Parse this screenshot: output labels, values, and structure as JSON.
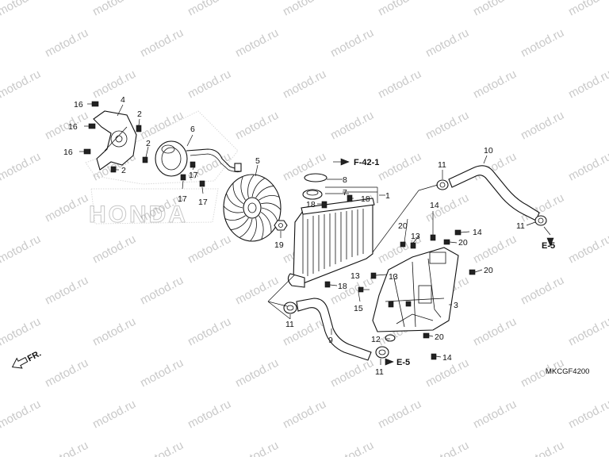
{
  "watermark": "motod.ru",
  "logo_text": "HONDA",
  "diagram_code": "MKCGF4200",
  "direction_marker": "FR.",
  "refs": {
    "f42": "F-42-1",
    "e5_top": "E-5",
    "e5_bottom": "E-5"
  },
  "callouts": {
    "c1": "1",
    "c2a": "2",
    "c2b": "2",
    "c2c": "2",
    "c3": "3",
    "c4": "4",
    "c5": "5",
    "c6": "6",
    "c7": "7",
    "c8": "8",
    "c9": "9",
    "c10": "10",
    "c11a": "11",
    "c11b": "11",
    "c11c": "11",
    "c11d": "11",
    "c12": "12",
    "c13a": "13",
    "c13b": "13",
    "c13c": "13",
    "c14a": "14",
    "c14b": "14",
    "c14c": "14",
    "c15": "15",
    "c16a": "16",
    "c16b": "16",
    "c16c": "16",
    "c17a": "17",
    "c17b": "17",
    "c17c": "17",
    "c18a": "18",
    "c18b": "18",
    "c18c": "18",
    "c19": "19",
    "c20a": "20",
    "c20b": "20",
    "c20c": "20",
    "c20d": "20"
  }
}
